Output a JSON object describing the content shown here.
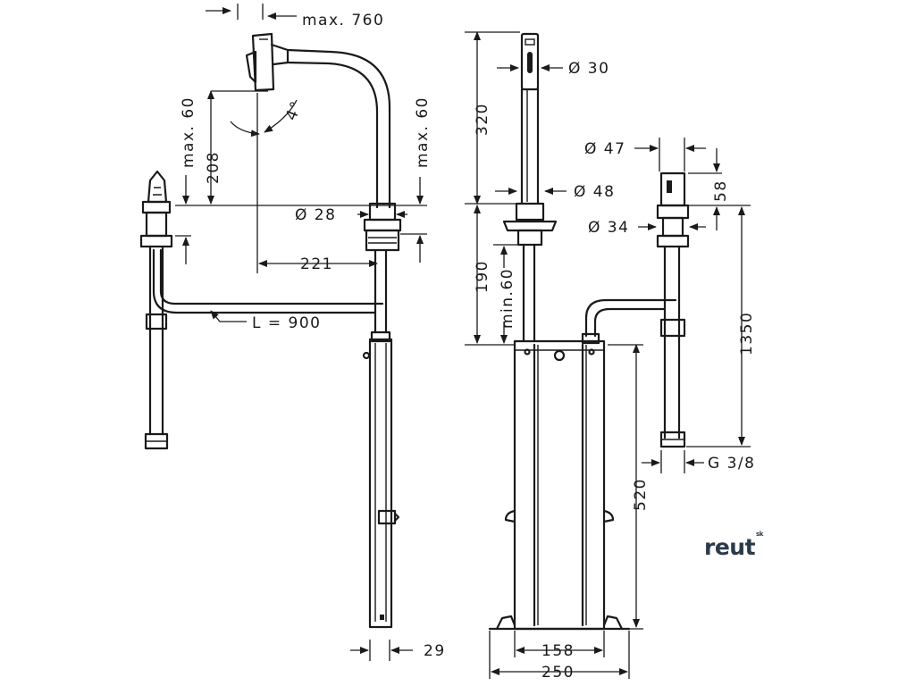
{
  "dimensions": {
    "max_760": "max. 760",
    "max_60_left": "max. 60",
    "d208": "208",
    "angle_4": "4°",
    "max_60_right": "max. 60",
    "dia_28": "Ø 28",
    "d221": "221",
    "length_900": "L = 900",
    "d29": "29",
    "d320": "320",
    "dia_30": "Ø 30",
    "dia_48": "Ø 48",
    "d190": "190",
    "min_60": "min.60",
    "dia_47": "Ø 47",
    "d58": "58",
    "dia_34": "Ø 34",
    "d1350": "1350",
    "thread_g38": "G 3/8",
    "d520": "520",
    "d158": "158",
    "d250": "250"
  },
  "logo": {
    "text": "reut",
    "suffix": "sk"
  },
  "colors": {
    "line": "#1a1a1a",
    "logo": "#2b3a4a",
    "background": "#ffffff"
  }
}
